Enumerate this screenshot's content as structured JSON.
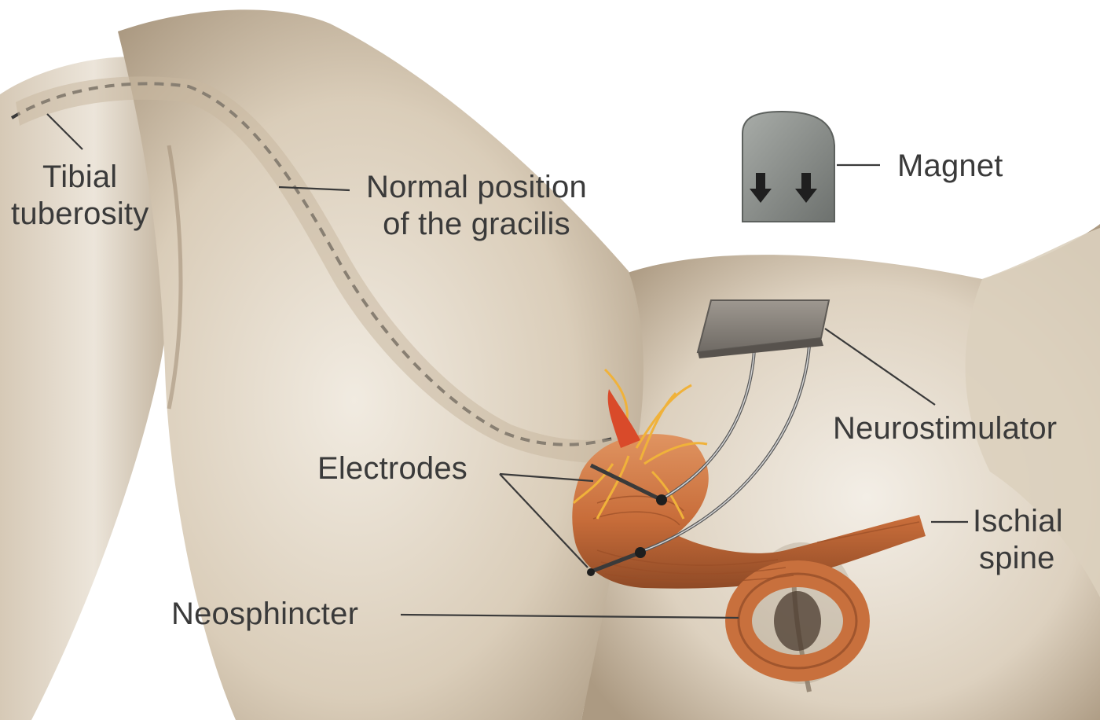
{
  "labels": {
    "tibial_tuberosity": [
      "Tibial",
      "tuberosity"
    ],
    "gracilis_normal_position": [
      "Normal position",
      "of the gracilis"
    ],
    "magnet": "Magnet",
    "neurostimulator": "Neurostimulator",
    "electrodes": "Electrodes",
    "ischial_spine": [
      "Ischial",
      "spine"
    ],
    "neosphincter": "Neosphincter"
  },
  "colors": {
    "skin_light": "#e9e1d3",
    "skin_mid": "#cfbfa8",
    "skin_shadow": "#9c8a74",
    "muscle": "#c9713f",
    "muscle_dark": "#8f4a26",
    "nerve": "#f0b23a",
    "device_gray": "#8c8f8c",
    "label_text": "#3a3a3a"
  },
  "icons": [
    "down-arrow-icon",
    "down-arrow-icon"
  ]
}
